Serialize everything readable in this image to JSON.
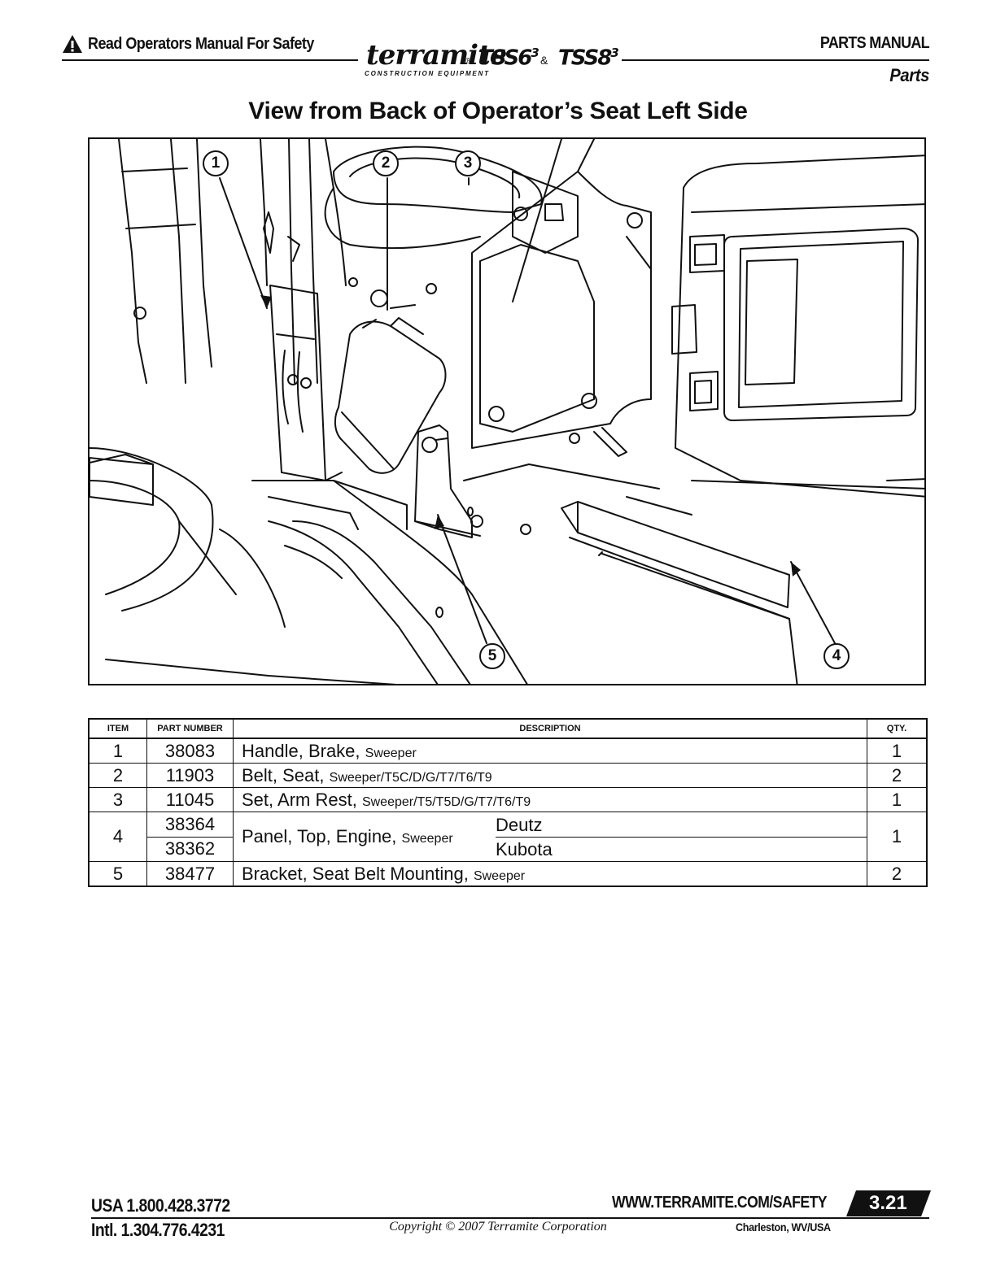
{
  "header": {
    "safety_text": "Read Operators Manual For Safety",
    "brand_name": "terramite",
    "brand_registered": "®",
    "brand_tagline": "CONSTRUCTION EQUIPMENT",
    "model_1": "TSS6",
    "model_1_sup": "3",
    "model_amp": "&",
    "model_2": "TSS8",
    "model_2_sup": "3",
    "manual_label": "PARTS MANUAL",
    "section_label": "Parts"
  },
  "title": "View from Back of Operator’s Seat Left Side",
  "figure": {
    "callouts": [
      "1",
      "2",
      "3",
      "4",
      "5"
    ]
  },
  "table": {
    "headers": {
      "item": "ITEM",
      "part_number": "PART NUMBER",
      "description": "DESCRIPTION",
      "qty": "QTY."
    },
    "rows": [
      {
        "item": "1",
        "part": "38083",
        "desc": "Handle, Brake,",
        "desc_note": "Sweeper",
        "qty": "1"
      },
      {
        "item": "2",
        "part": "11903",
        "desc": "Belt, Seat,",
        "desc_note": "Sweeper/T5C/D/G/T7/T6/T9",
        "qty": "2"
      },
      {
        "item": "3",
        "part": "11045",
        "desc": "Set, Arm Rest,",
        "desc_note": "Sweeper/T5/T5D/G/T7/T6/T9",
        "qty": "1"
      },
      {
        "item": "4",
        "part_a": "38364",
        "part_b": "38362",
        "desc": "Panel, Top, Engine,",
        "desc_note": "Sweeper",
        "option_a": "Deutz",
        "option_b": "Kubota",
        "qty": "1"
      },
      {
        "item": "5",
        "part": "38477",
        "desc": "Bracket, Seat Belt Mounting,",
        "desc_note": "Sweeper",
        "qty": "2"
      }
    ]
  },
  "footer": {
    "phone_usa": "USA 1.800.428.3772",
    "phone_intl": "Intl. 1.304.776.4231",
    "url": "WWW.TERRAMITE.COM/SAFETY",
    "page_number": "3.21",
    "copyright": "Copyright © 2007 Terramite Corporation",
    "city": "Charleston, WV/USA"
  }
}
